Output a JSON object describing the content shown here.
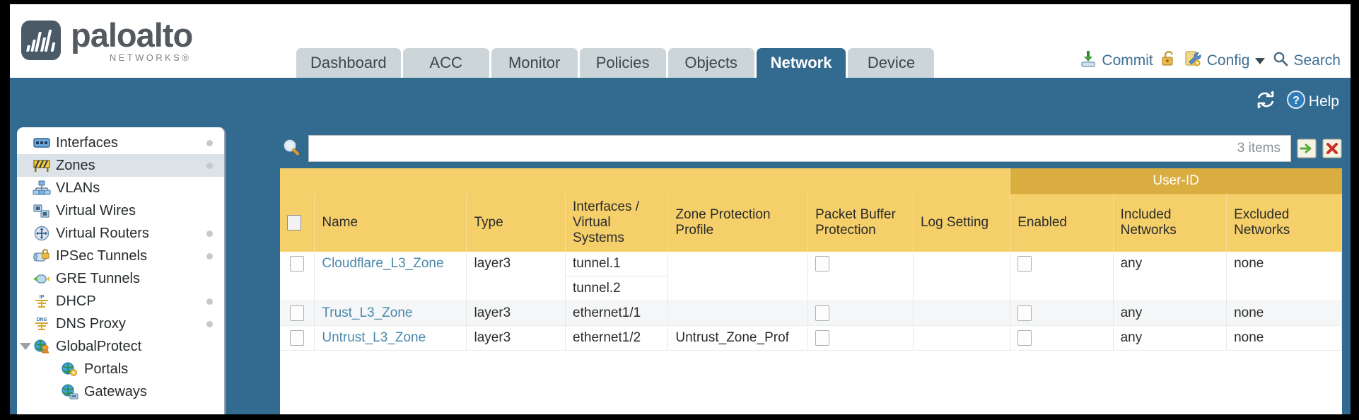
{
  "brand": {
    "name": "paloalto",
    "tagline": "NETWORKS",
    "registered": "®"
  },
  "nav_tabs": [
    {
      "label": "Dashboard",
      "active": false
    },
    {
      "label": "ACC",
      "active": false
    },
    {
      "label": "Monitor",
      "active": false
    },
    {
      "label": "Policies",
      "active": false
    },
    {
      "label": "Objects",
      "active": false
    },
    {
      "label": "Network",
      "active": true
    },
    {
      "label": "Device",
      "active": false
    }
  ],
  "top_actions": {
    "commit": "Commit",
    "config": "Config",
    "search": "Search"
  },
  "blue_band": {
    "help": "Help"
  },
  "sidebar": {
    "items": [
      {
        "label": "Interfaces",
        "icon": "interfaces-icon",
        "selected": false,
        "dot": true,
        "child": false,
        "expander": false
      },
      {
        "label": "Zones",
        "icon": "zones-icon",
        "selected": true,
        "dot": true,
        "child": false,
        "expander": false
      },
      {
        "label": "VLANs",
        "icon": "vlans-icon",
        "selected": false,
        "dot": false,
        "child": false,
        "expander": false
      },
      {
        "label": "Virtual Wires",
        "icon": "virtual-wires-icon",
        "selected": false,
        "dot": false,
        "child": false,
        "expander": false
      },
      {
        "label": "Virtual Routers",
        "icon": "virtual-routers-icon",
        "selected": false,
        "dot": true,
        "child": false,
        "expander": false
      },
      {
        "label": "IPSec Tunnels",
        "icon": "ipsec-tunnels-icon",
        "selected": false,
        "dot": true,
        "child": false,
        "expander": false
      },
      {
        "label": "GRE Tunnels",
        "icon": "gre-tunnels-icon",
        "selected": false,
        "dot": false,
        "child": false,
        "expander": false
      },
      {
        "label": "DHCP",
        "icon": "dhcp-icon",
        "selected": false,
        "dot": true,
        "child": false,
        "expander": false
      },
      {
        "label": "DNS Proxy",
        "icon": "dns-proxy-icon",
        "selected": false,
        "dot": true,
        "child": false,
        "expander": false
      },
      {
        "label": "GlobalProtect",
        "icon": "globalprotect-icon",
        "selected": false,
        "dot": false,
        "child": false,
        "expander": true
      },
      {
        "label": "Portals",
        "icon": "portals-icon",
        "selected": false,
        "dot": false,
        "child": true,
        "expander": false
      },
      {
        "label": "Gateways",
        "icon": "gateways-icon",
        "selected": false,
        "dot": false,
        "child": true,
        "expander": false
      }
    ]
  },
  "search": {
    "value": "",
    "placeholder": "",
    "items_count": "3 items",
    "apply_icon": "green-arrow-icon",
    "clear_icon": "red-x-icon"
  },
  "table": {
    "group_header": "User-ID",
    "columns": [
      "Name",
      "Type",
      "Interfaces / Virtual Systems",
      "Zone Protection Profile",
      "Packet Buffer Protection",
      "Log Setting",
      "Enabled",
      "Included Networks",
      "Excluded Networks"
    ],
    "rows": [
      {
        "selected": false,
        "name": "Cloudflare_L3_Zone",
        "type": "layer3",
        "interfaces": [
          "tunnel.1",
          "tunnel.2"
        ],
        "zone_protection_profile": "",
        "packet_buffer_protection": false,
        "log_setting": "",
        "userid_enabled": false,
        "included_networks": "any",
        "excluded_networks": "none"
      },
      {
        "selected": false,
        "name": "Trust_L3_Zone",
        "type": "layer3",
        "interfaces": [
          "ethernet1/1"
        ],
        "zone_protection_profile": "",
        "packet_buffer_protection": false,
        "log_setting": "",
        "userid_enabled": false,
        "included_networks": "any",
        "excluded_networks": "none"
      },
      {
        "selected": false,
        "name": "Untrust_L3_Zone",
        "type": "layer3",
        "interfaces": [
          "ethernet1/2"
        ],
        "zone_protection_profile": "Untrust_Zone_Prof",
        "packet_buffer_protection": false,
        "log_setting": "",
        "userid_enabled": false,
        "included_networks": "any",
        "excluded_networks": "none"
      }
    ]
  },
  "colors": {
    "brand_blue": "#336a90",
    "header_gold": "#f5d06a",
    "group_gold": "#d9ad3f",
    "link_blue": "#4a88ab",
    "tab_gray": "#ccd6d9"
  }
}
